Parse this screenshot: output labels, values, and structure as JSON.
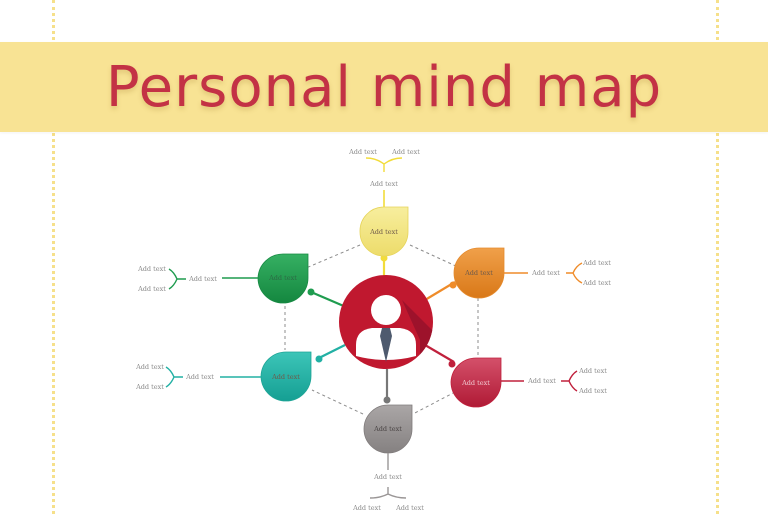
{
  "title": "Personal mind map",
  "colors": {
    "banner": "#f8e394",
    "title": "#c33245",
    "guide_lines": "#f6e08a",
    "center": "#c0182f",
    "yellow": "#f3e68a",
    "orange": "#e8892a",
    "red": "#c4243f",
    "gray": "#9a9696",
    "teal": "#27b5a8",
    "green": "#1f9c4f"
  },
  "center_node": {
    "icon": "person-with-tie-icon"
  },
  "nodes": {
    "top": {
      "label": "Add text",
      "color": "yellow",
      "branch": "Add text",
      "leaves": [
        "Add text",
        "Add text"
      ]
    },
    "upper_right": {
      "label": "Add text",
      "color": "orange",
      "branch": "Add text",
      "leaves": [
        "Add text",
        "Add text"
      ]
    },
    "lower_right": {
      "label": "Add text",
      "color": "red",
      "branch": "Add text",
      "leaves": [
        "Add text",
        "Add text"
      ]
    },
    "bottom": {
      "label": "Add text",
      "color": "gray",
      "branch": "Add text",
      "leaves": [
        "Add text",
        "Add text"
      ]
    },
    "lower_left": {
      "label": "Add text",
      "color": "teal",
      "branch": "Add text",
      "leaves": [
        "Add text",
        "Add text"
      ]
    },
    "upper_left": {
      "label": "Add text",
      "color": "green",
      "branch": "Add text",
      "leaves": [
        "Add text",
        "Add text"
      ]
    }
  }
}
